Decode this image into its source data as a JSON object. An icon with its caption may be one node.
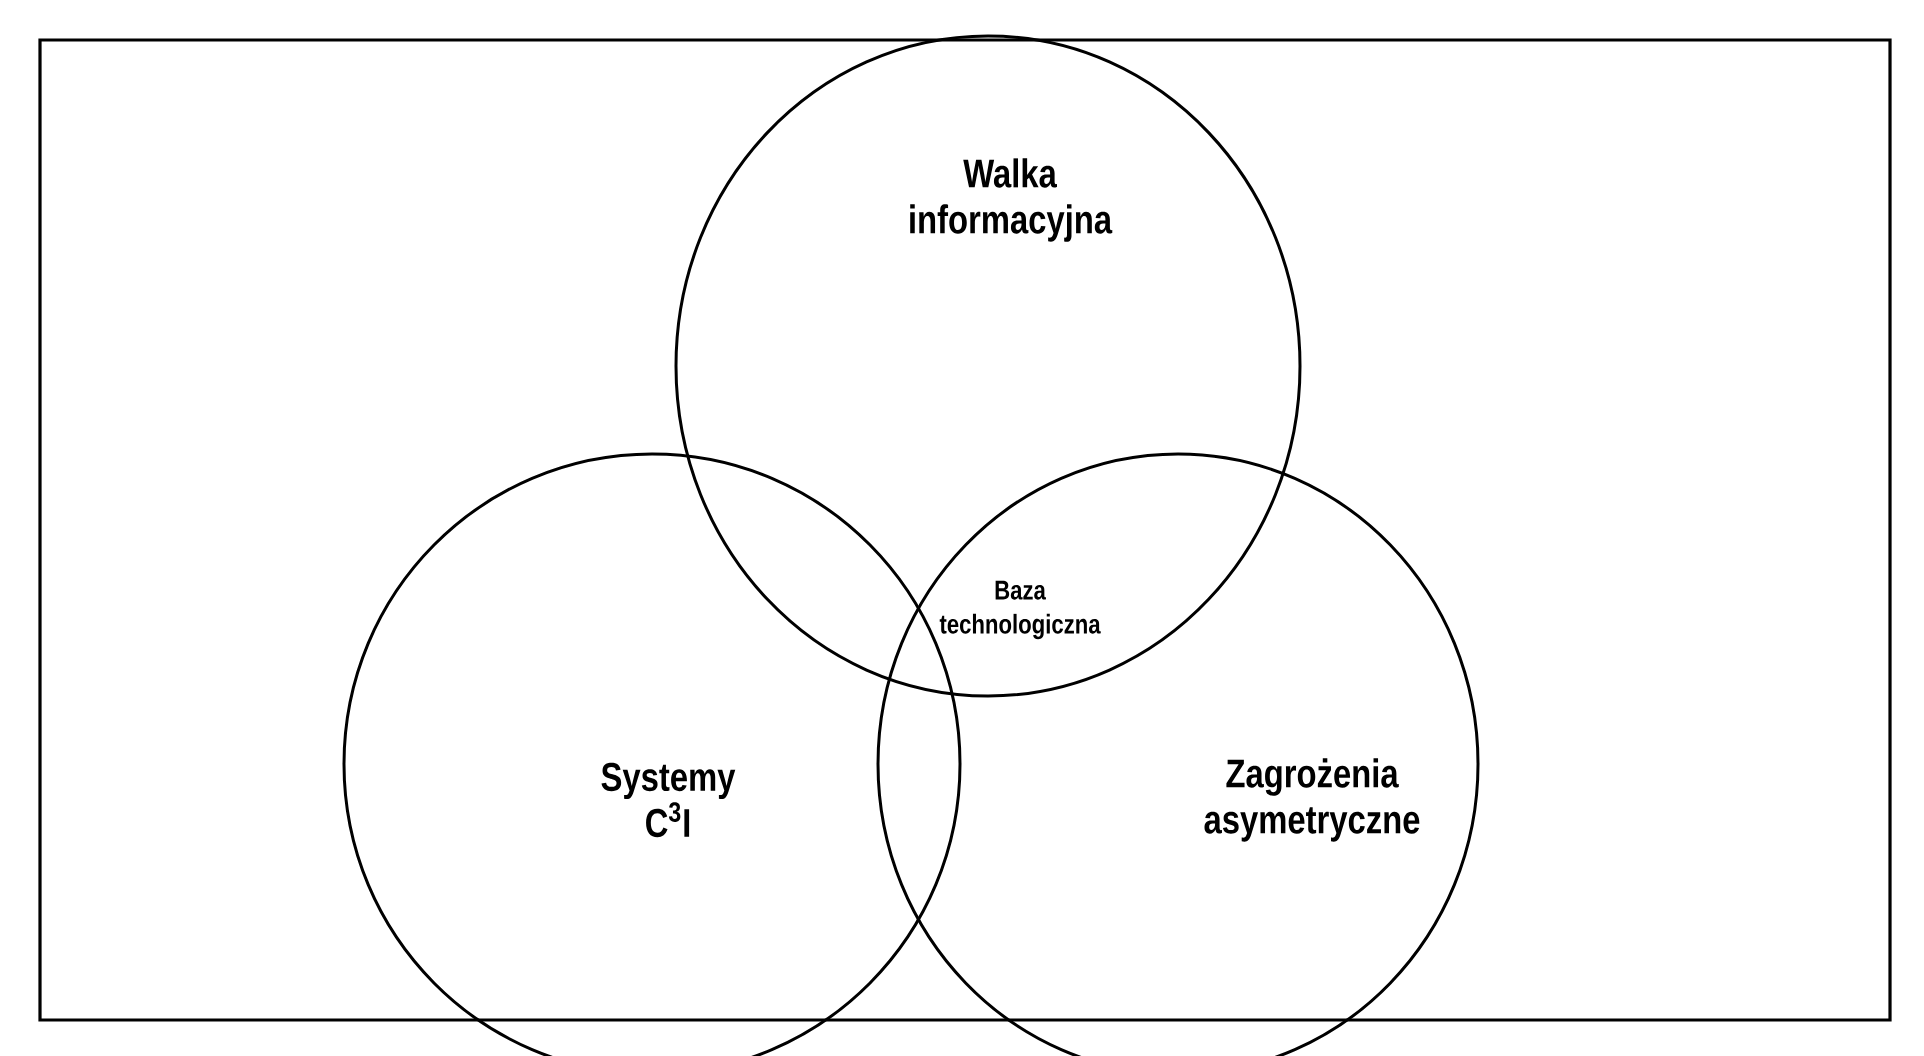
{
  "diagram": {
    "nodes": [
      {
        "text": [
          "Walka informacyjna"
        ]
      },
      {
        "text": [
          "Systemy C$^{3}$I"
        ]
      },
      {
        "text": [
          "Zagrożenia asymetryczne"
        ]
      }
    ],
    "labels": [
      "Baza technologiczna"
    ]
  }
}
